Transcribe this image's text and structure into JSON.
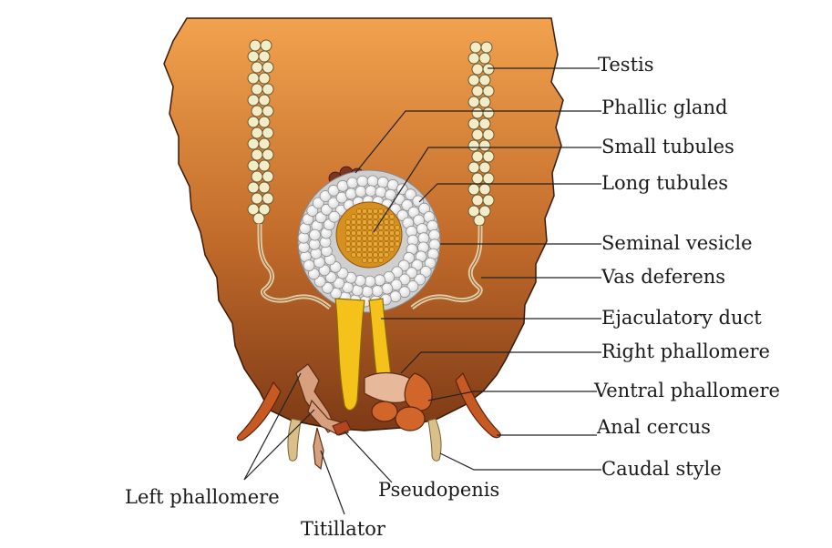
{
  "labels": {
    "testis": "Testis",
    "phallic_gland": "Phallic gland",
    "small_tubules": "Small tubules",
    "long_tubules": "Long tubules",
    "seminal_vesicle": "Seminal vesicle",
    "vas_deferens": "Vas deferens",
    "ejaculatory_duct": "Ejaculatory duct",
    "right_phallomere": "Right phallomere",
    "ventral_phallomere": "Ventral phallomere",
    "anal_cercus": "Anal cercus",
    "caudal_style": "Caudal style",
    "left_phallomere": "Left phallomere",
    "pseudopenis": "Pseudopenis",
    "titillator": "Titillator"
  },
  "colors": {
    "abdomen_top": "#f2a24e",
    "abdomen_bottom": "#7d3a16",
    "testis": "#f3ecc8",
    "small_tubules": "#d6901f",
    "long_tubules": "#eeeeee",
    "phallic_gland": "#7a3621",
    "ejaculatory_duct": "#f4c21a",
    "cercus": "#c75a22",
    "caudal_style": "#d9c08a",
    "phallomere": "#d9a080"
  }
}
